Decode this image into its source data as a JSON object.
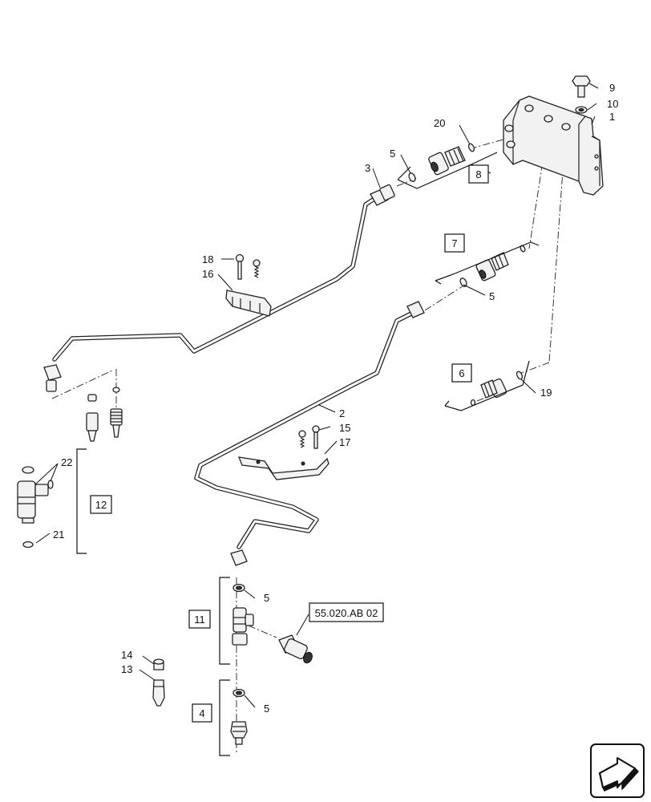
{
  "callouts": {
    "c1": "1",
    "c2": "2",
    "c3": "3",
    "c5a": "5",
    "c5b": "5",
    "c5c": "5",
    "c5d": "5",
    "c9": "9",
    "c10": "10",
    "c13": "13",
    "c14": "14",
    "c15": "15",
    "c16": "16",
    "c17": "17",
    "c18": "18",
    "c19": "19",
    "c20": "20",
    "c21": "21",
    "c22": "22"
  },
  "kits": {
    "k4": "4",
    "k6": "6",
    "k7": "7",
    "k8": "8",
    "k11": "11",
    "k12": "12"
  },
  "reference": {
    "label": "55.020.AB 02"
  }
}
